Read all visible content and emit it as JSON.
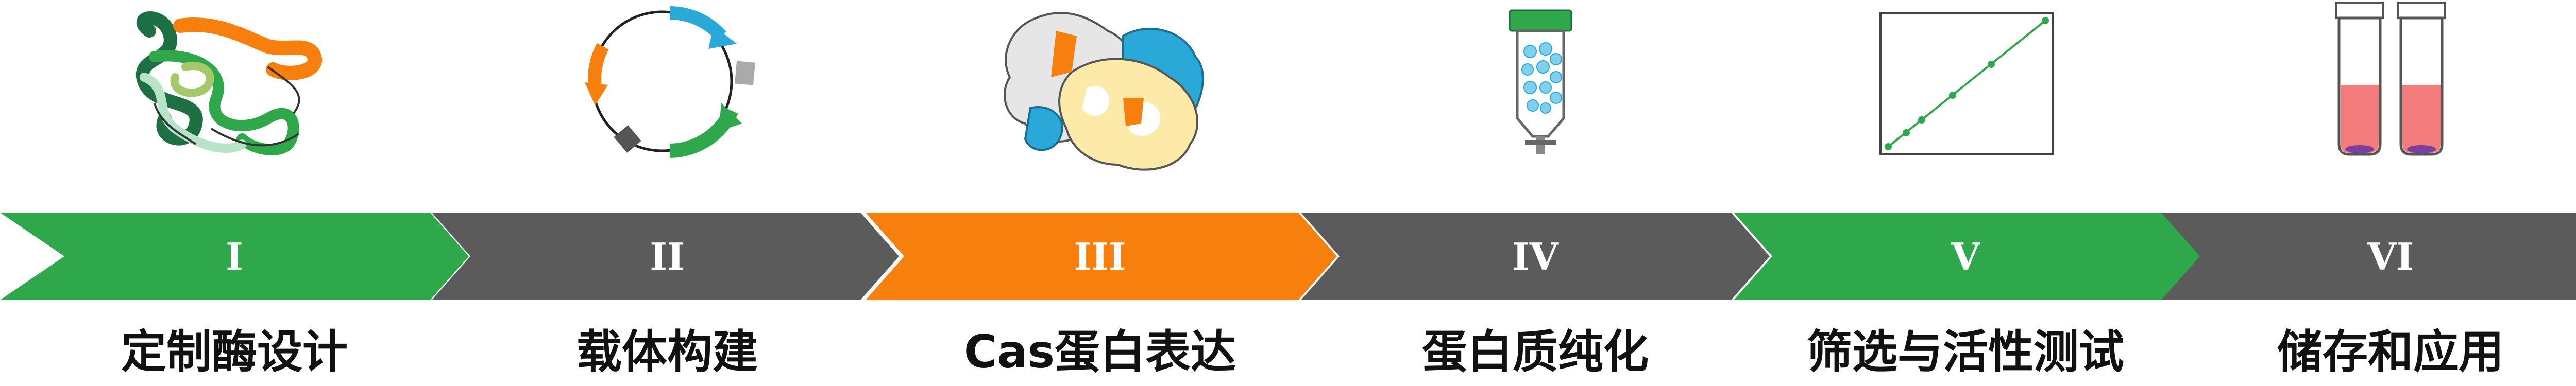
{
  "colors": {
    "green": "#2ea84a",
    "gray": "#5b5b5b",
    "orange": "#f77f0d",
    "dark_green": "#1f6f45",
    "light_green": "#b7e4c7",
    "blue": "#2aa8d8",
    "red": "#f37b7b"
  },
  "steps": [
    {
      "numeral": "I",
      "label": "定制酶设计",
      "color": "green",
      "icon": "protein-ribbon-icon"
    },
    {
      "numeral": "II",
      "label": "载体构建",
      "color": "gray",
      "icon": "plasmid-circle-icon"
    },
    {
      "numeral": "III",
      "label": "Cas蛋白表达",
      "color": "orange",
      "icon": "protein-complex-icon"
    },
    {
      "numeral": "IV",
      "label": "蛋白质纯化",
      "color": "gray",
      "icon": "chromatography-column-icon"
    },
    {
      "numeral": "V",
      "label": "筛选与活性测试",
      "color": "green",
      "icon": "linear-plot-icon"
    },
    {
      "numeral": "VI",
      "label": "储存和应用",
      "color": "gray",
      "icon": "test-tubes-icon"
    }
  ]
}
